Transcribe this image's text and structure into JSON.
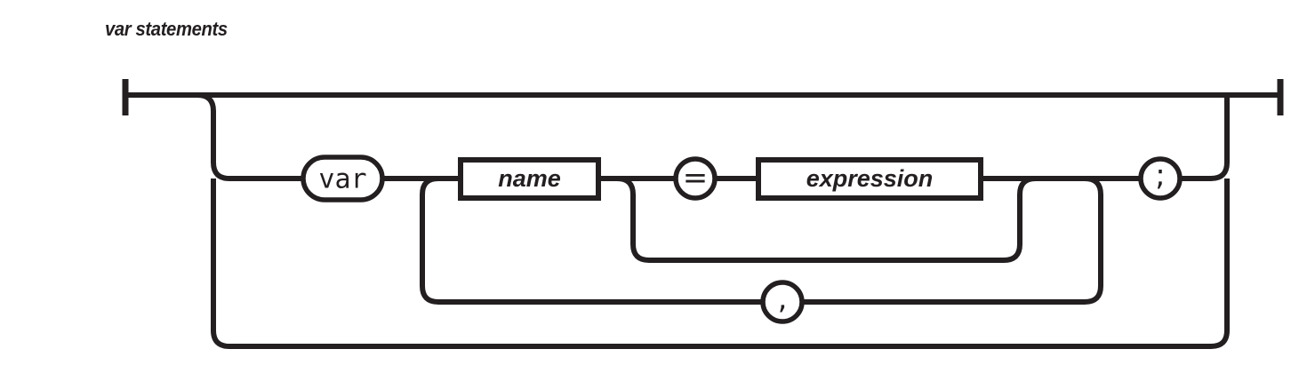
{
  "diagram": {
    "title": "var statements",
    "type": "railroad-syntax-diagram",
    "colors": {
      "ink": "#231f20",
      "background": "#ffffff"
    },
    "nodes": {
      "keyword_var": {
        "label": "var",
        "shape": "stadium",
        "kind": "terminal"
      },
      "name": {
        "label": "name",
        "shape": "rectangle",
        "kind": "nonterminal"
      },
      "equals": {
        "label": "=",
        "shape": "circle",
        "kind": "terminal"
      },
      "expression": {
        "label": "expression",
        "shape": "rectangle",
        "kind": "nonterminal"
      },
      "comma": {
        "label": ",",
        "shape": "circle",
        "kind": "terminal"
      },
      "semicolon": {
        "label": ";",
        "shape": "circle",
        "kind": "terminal"
      }
    },
    "sequence": [
      "var",
      "name",
      "=",
      "expression",
      ";"
    ],
    "optional_groups": [
      "= expression"
    ],
    "repeat_separator": ",",
    "bypass": "entire statement may be skipped"
  }
}
